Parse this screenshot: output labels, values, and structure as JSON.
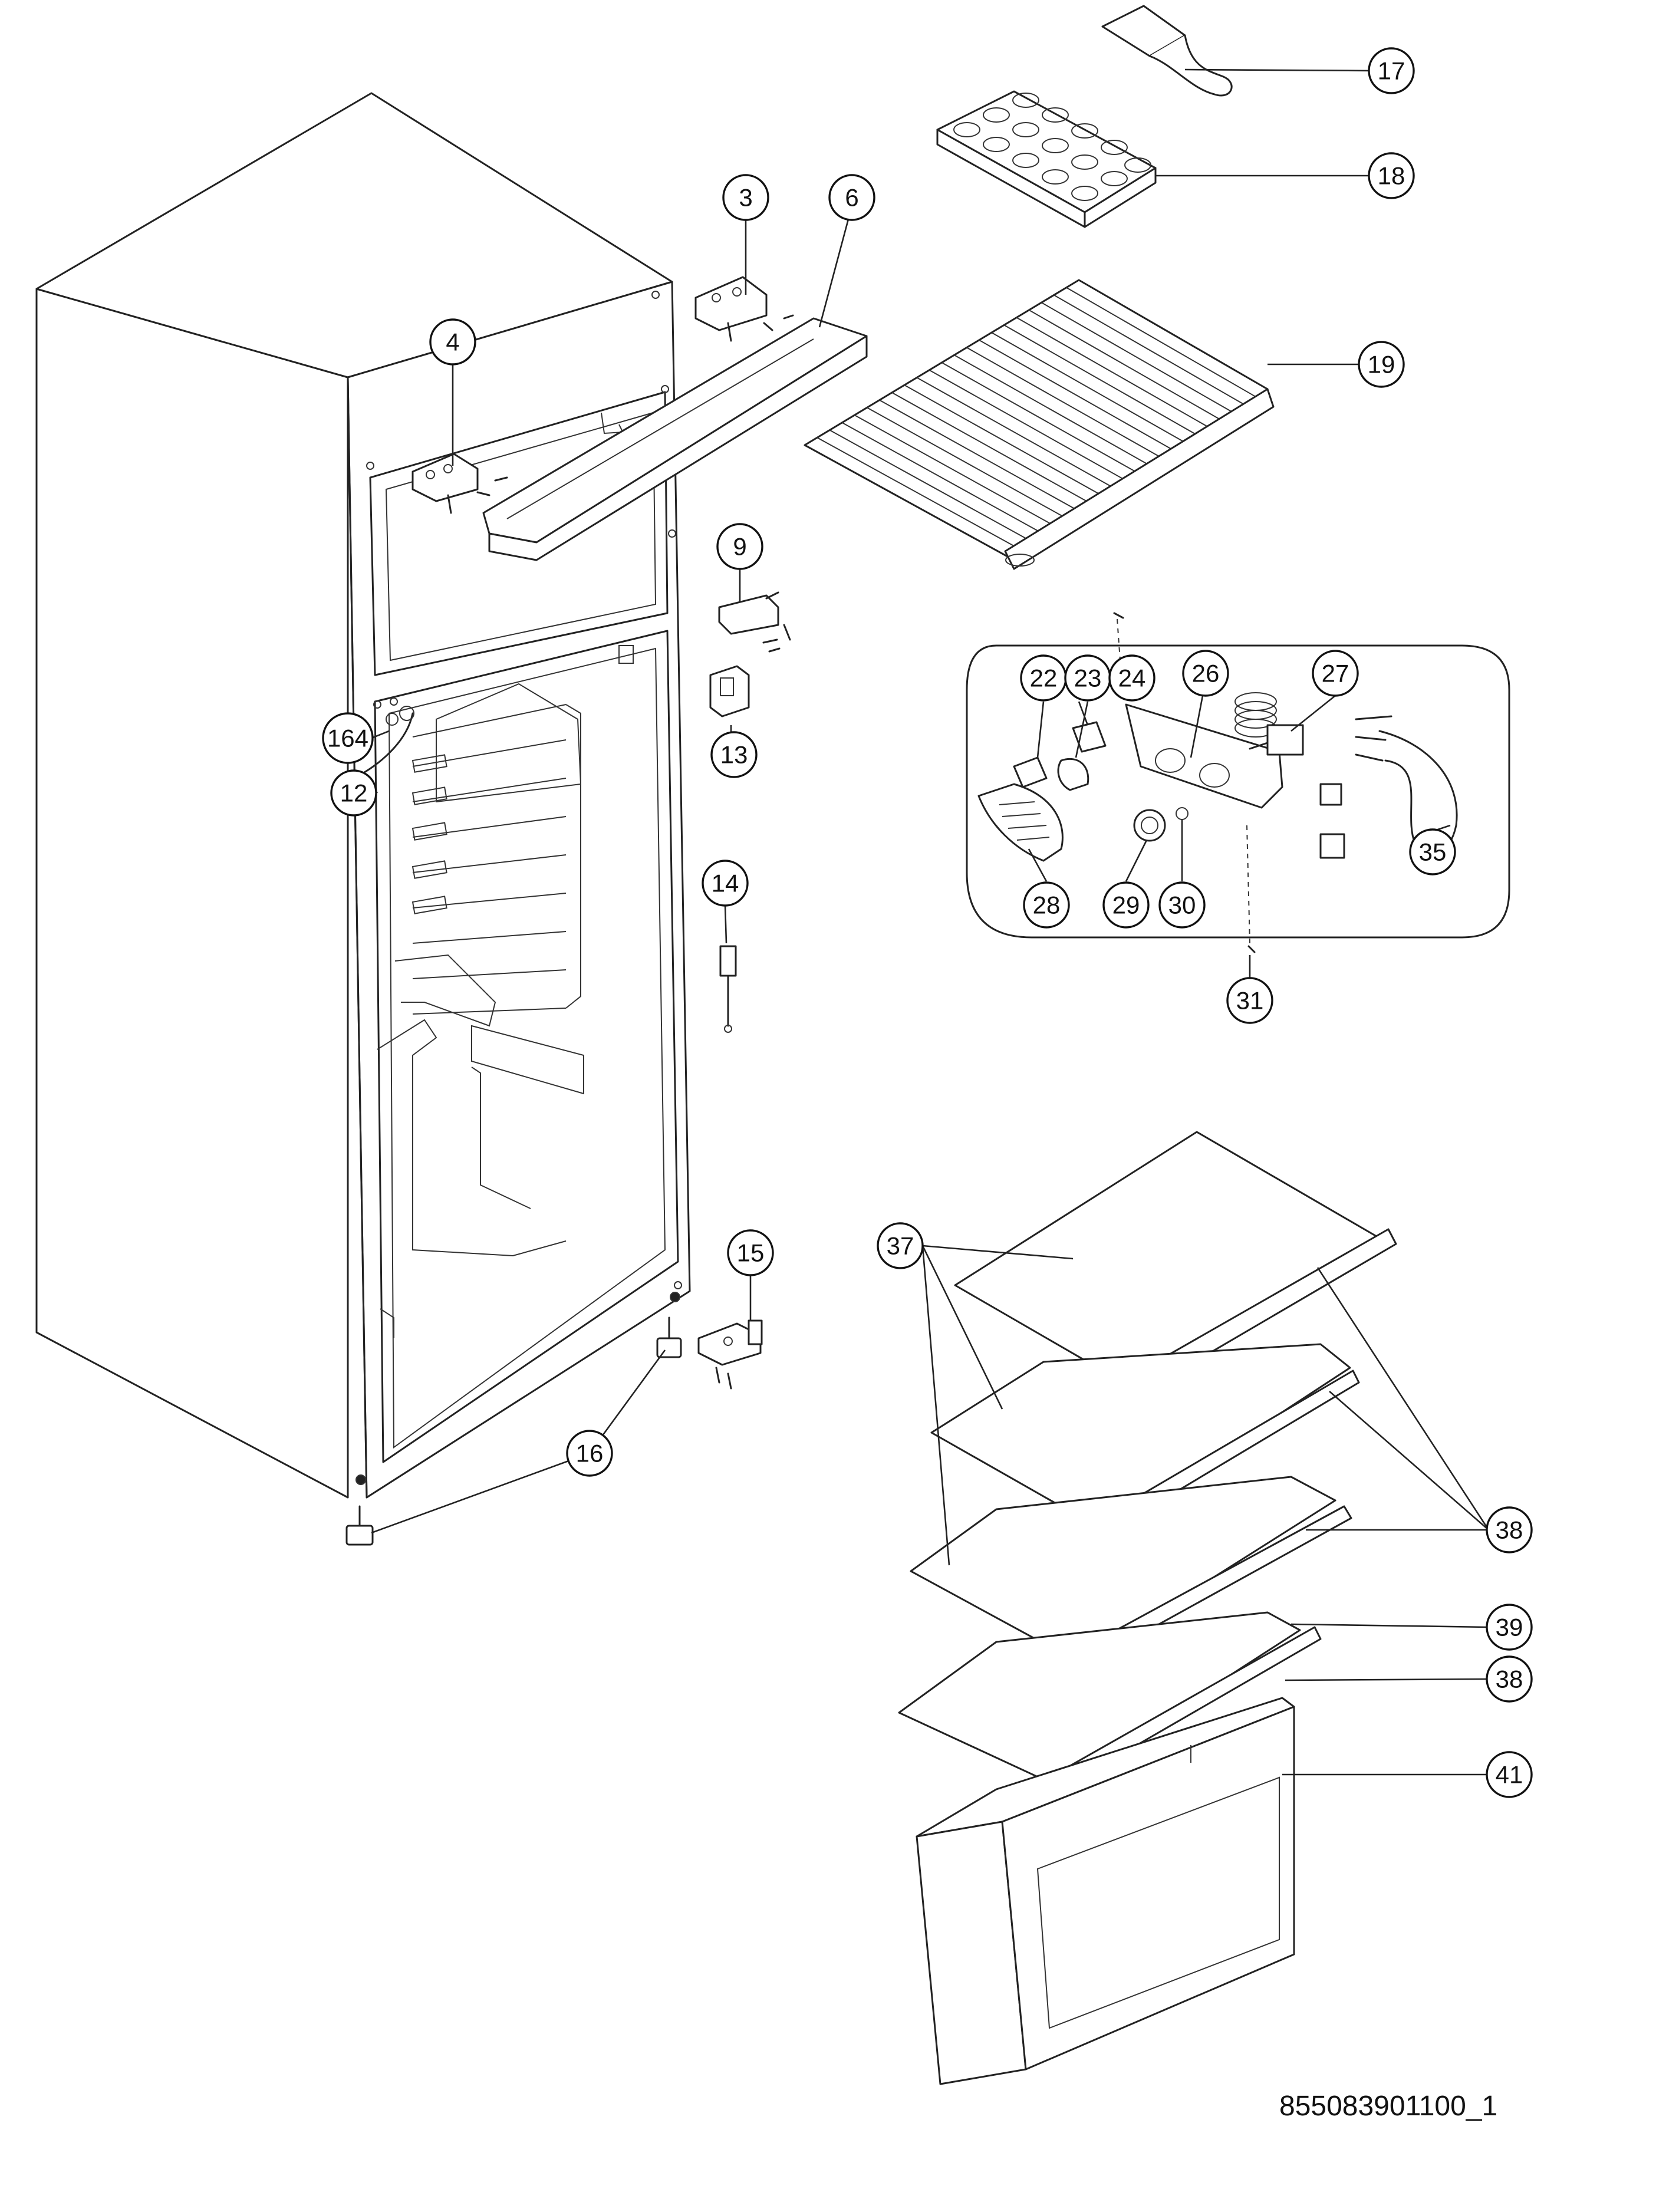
{
  "document_id": "855083901100_1",
  "callouts": {
    "c3": "3",
    "c4": "4",
    "c6": "6",
    "c9": "9",
    "c12": "12",
    "c13": "13",
    "c14": "14",
    "c15": "15",
    "c16": "16",
    "c17": "17",
    "c18": "18",
    "c19": "19",
    "c22": "22",
    "c23": "23",
    "c24": "24",
    "c26": "26",
    "c27": "27",
    "c28": "28",
    "c29": "29",
    "c30": "30",
    "c31": "31",
    "c35": "35",
    "c37": "37",
    "c38a": "38",
    "c38b": "38",
    "c39": "39",
    "c41": "41",
    "c164": "164"
  }
}
